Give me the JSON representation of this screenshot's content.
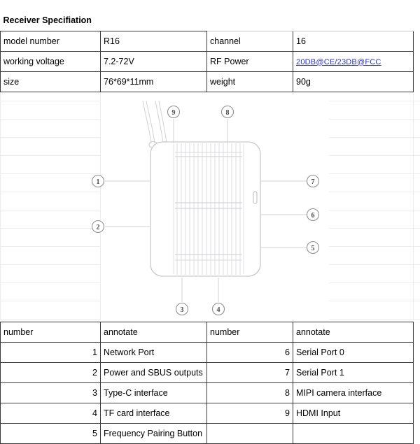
{
  "spec_table": {
    "title": "Receiver Specifiation",
    "rows": [
      {
        "label": "model number",
        "value": "R16",
        "label2": "channel",
        "value2": "16"
      },
      {
        "label": "working voltage",
        "value": "7.2-72V",
        "label2": "RF Power",
        "value2": "20DB@CE/23DB@FCC",
        "value2_is_link": true
      },
      {
        "label": "size",
        "value": "76*69*11mm",
        "label2": "weight",
        "value2": "90g"
      }
    ]
  },
  "legend_table": {
    "headers": [
      "number",
      "annotate",
      "number",
      "annotate"
    ],
    "rows": [
      {
        "n1": "1",
        "a1": "Network Port",
        "n2": "6",
        "a2": "Serial Port 0"
      },
      {
        "n1": "2",
        "a1": "Power and SBUS outputs",
        "n2": "7",
        "a2": "Serial Port 1"
      },
      {
        "n1": "3",
        "a1": "Type-C interface",
        "n2": "8",
        "a2": "MIPI camera interface"
      },
      {
        "n1": "4",
        "a1": "TF card interface",
        "n2": "9",
        "a2": "HDMI Input"
      },
      {
        "n1": "5",
        "a1": "Frequency Pairing Button",
        "n2": "",
        "a2": ""
      }
    ]
  },
  "diagram": {
    "device_name": "receiver-module",
    "callouts": [
      {
        "id": "1",
        "label": "1"
      },
      {
        "id": "2",
        "label": "2"
      },
      {
        "id": "3",
        "label": "3"
      },
      {
        "id": "4",
        "label": "4"
      },
      {
        "id": "5",
        "label": "5"
      },
      {
        "id": "6",
        "label": "6"
      },
      {
        "id": "7",
        "label": "7"
      },
      {
        "id": "8",
        "label": "8"
      },
      {
        "id": "9",
        "label": "9"
      }
    ]
  },
  "colors": {
    "link": "#2a32c8",
    "table_border": "#3a3a3a",
    "grid_line": "#ededf0",
    "diagram_stroke": "#c9c9cc"
  }
}
